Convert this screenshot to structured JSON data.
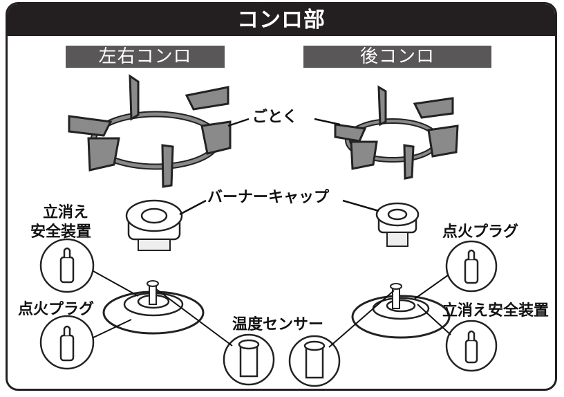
{
  "title": "コンロ部",
  "sections": {
    "left": "左右コンロ",
    "rear": "後コンロ"
  },
  "labels": {
    "gotoku": "ごとく",
    "burner_cap": "バーナーキャップ",
    "flame_safety_left_line1": "立消え",
    "flame_safety_left_line2": "安全装置",
    "ignition_plug_left": "点火プラグ",
    "temperature_sensor": "温度センサー",
    "ignition_plug_right": "点火プラグ",
    "flame_safety_right": "立消え安全装置"
  },
  "colors": {
    "frame": "#231f20",
    "section_bg": "#595757",
    "part_gray": "#8a8a8a",
    "part_dark": "#333333"
  }
}
